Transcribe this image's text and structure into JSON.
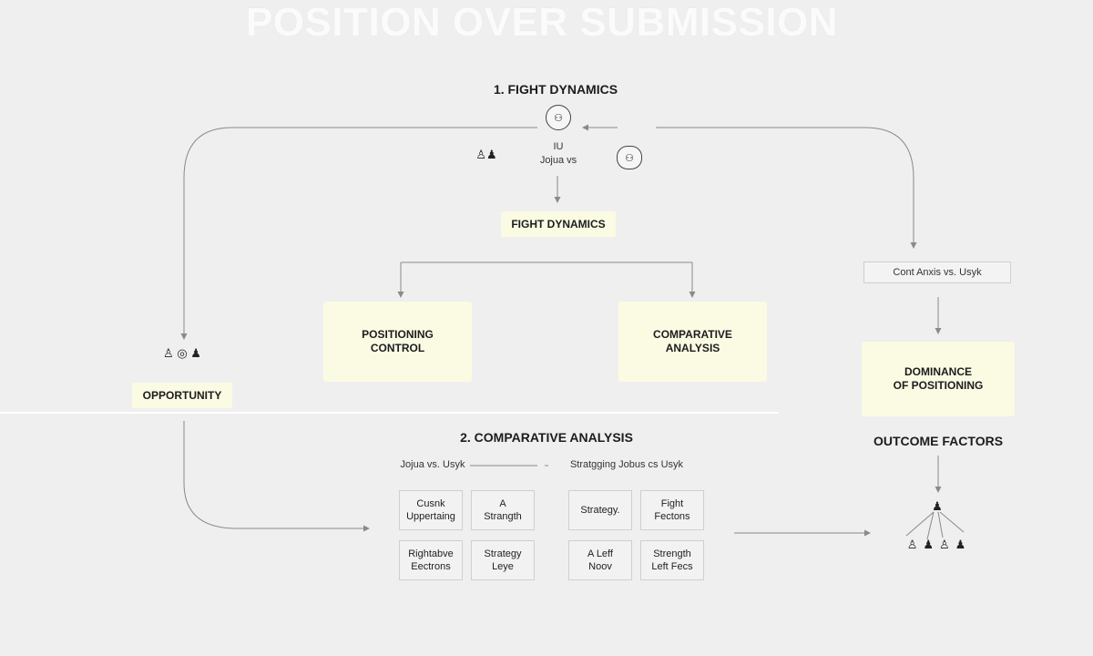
{
  "title": "POSITION OVER SUBMISSION",
  "section1": {
    "heading": "1. FIGHT DYNAMICS",
    "center_text_line1": "IU",
    "center_text_line2": "Jojua vs",
    "dynamics_box": "FIGHT DYNAMICS",
    "positioning_box": "POSITIONING\nCONTROL",
    "comparative_box": "COMPARATIVE\nANALYSIS"
  },
  "left": {
    "opportunity": "OPPORTUNITY"
  },
  "right": {
    "compare_label": "Cont Anxis vs. Usyk",
    "dominance_box": "DOMINANCE\nOF POSITIONING",
    "outcome_heading": "OUTCOME FACTORS"
  },
  "section2": {
    "heading": "2. COMPARATIVE ANALYSIS",
    "left_caption": "Jojua vs. Usyk",
    "right_caption": "Stratgging Jobus cs Usyk",
    "grid": [
      "Cusnk\nUppertaing",
      "A\nStrangth",
      "Strategy.",
      "Fight\nFectons",
      "Rightabve\nEectrons",
      "Strategy\nLeye",
      "A Leff\nNoov",
      "Strength\nLeft Fecs"
    ]
  },
  "icons": {
    "top_fighters": "fighters-circle-icon",
    "left_fighters": "fighters-group-icon",
    "right_fighters": "fighters-pair-icon",
    "left_stance": "fighter-stance-icon",
    "outcome_tree": "fighters-outcome-icon"
  },
  "colors": {
    "background": "#efefef",
    "box_fill": "#fbfbe4",
    "connector": "#8a8a8a"
  }
}
